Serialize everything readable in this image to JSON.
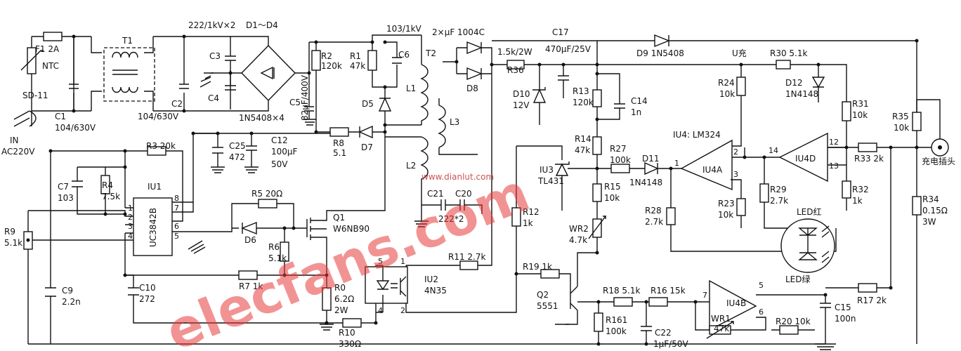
{
  "labels": {
    "f1": "F1 2A",
    "ntc": "NTC",
    "sd11": "SD-11",
    "in": "IN",
    "ac220": "AC220V",
    "c1": "C1",
    "c1v": "104/630V",
    "t1": "T1",
    "cap2": "222/1kV×2",
    "d1d4": "D1～D4",
    "c3": "C3",
    "c4": "C4",
    "c2": "C2",
    "c2v": "104/630V",
    "bridge": "1N5408×4",
    "c5": "C5",
    "c5v": "82μF/400V",
    "r2": "R2",
    "r2v": "120k",
    "c103": "103/1kV",
    "r1": "R1",
    "r1v": "47k",
    "c6": "C6",
    "d5": "D5",
    "l1": "L1",
    "t2": "T2",
    "d2x": "2×μF 1004C",
    "c17": "C17",
    "c17v": "470μF/25V",
    "d9": "D9 1N5408",
    "uc": "U充",
    "r30": "R30 5.1k",
    "r36": "R36",
    "r36v": "1.5k/2W",
    "d8": "D8",
    "d10": "D10",
    "d10v": "12V",
    "r13": "R13",
    "r13v": "120k",
    "c14": "C14",
    "c14v": "1n",
    "r24": "R24",
    "r24v": "10k",
    "d12": "D12",
    "d12v": "1N4148",
    "r31": "R31",
    "r31v": "10k",
    "r35": "R35",
    "r35v": "10k",
    "r3": "R3 20k",
    "c25": "C25",
    "c25v": "472",
    "c12": "C12",
    "c12v1": "100μF",
    "c12v2": "50V",
    "r8": "R8",
    "r8v": "5.1",
    "d7": "D7",
    "l3": "L3",
    "l2": "L2",
    "iu4": "IU4: LM324",
    "r14": "R14",
    "r14v": "47k",
    "r27": "R27",
    "r27v": "100k",
    "d11": "D11",
    "d11v": "1N4148",
    "iu4a": "IU4A",
    "iu4d": "IU4D",
    "r33": "R33 2k",
    "charge": "充电插头",
    "c7": "C7",
    "c7v": "103",
    "r4": "R4",
    "r4v": "7.5k",
    "iu1": "IU1",
    "uc3842": "UC3842B",
    "r5": "R5 20Ω",
    "q1": "Q1",
    "q1v": "W6NB90",
    "iu3": "IU3",
    "iu3v": "TL431",
    "r15": "R15",
    "r15v": "10k",
    "r12": "R12",
    "r12v": "1k",
    "c21": "C21",
    "c20": "C20",
    "c222": "222*2",
    "r29": "R29",
    "r29v": "2.7k",
    "led_red": "LED红",
    "r32": "R32",
    "r32v": "1k",
    "r9": "R9",
    "r9v": "5.1k",
    "d6": "D6",
    "r6": "R6",
    "r6v": "5.1k",
    "wr2": "WR2",
    "wr2v": "4.7k",
    "r28": "R28",
    "r28v": "2.7k",
    "r23": "R23",
    "r23v": "10k",
    "r34": "R34",
    "r34v1": "0.15Ω",
    "r34v2": "3W",
    "r11": "R11 2.7k",
    "led_green": "LED绿",
    "c9": "C9",
    "c9v": "2.2n",
    "c10": "C10",
    "c10v": "272",
    "r7": "R7 1k",
    "r0": "R0",
    "r0v1": "6.2Ω",
    "r0v2": "2W",
    "iu2": "IU2",
    "iu2v": "4N35",
    "r19": "R19 1k",
    "q2": "Q2",
    "q2v": "5551",
    "r18": "R18 5.1k",
    "r16": "R16 15k",
    "iu4b": "IU4B",
    "c15": "C15",
    "c15v": "100n",
    "r17": "R17 2k",
    "r161": "R161",
    "r161v": "100k",
    "c22": "C22",
    "c22v": "1μF/50V",
    "wr1": "WR1",
    "wr1v": "47k",
    "r20": "R20 10k",
    "r10": "R10",
    "r10v": "330Ω"
  },
  "pins": {
    "p1": "1",
    "p2": "2",
    "p3": "3",
    "p4": "4",
    "p5": "5",
    "p6": "6",
    "p7": "7",
    "p8": "8",
    "a1": "1",
    "a2": "2",
    "a3": "3",
    "d12n": "12",
    "d13n": "13",
    "d14n": "14",
    "b5": "5",
    "b6": "6",
    "b7": "7",
    "o5": "5",
    "o1": "1",
    "o4": "4",
    "o2": "2"
  },
  "watermark": {
    "brand": "elecfans.com",
    "url": "www.dianlut.com"
  },
  "colors": {
    "ink": "#111111",
    "watermark": "#e83a3a"
  }
}
